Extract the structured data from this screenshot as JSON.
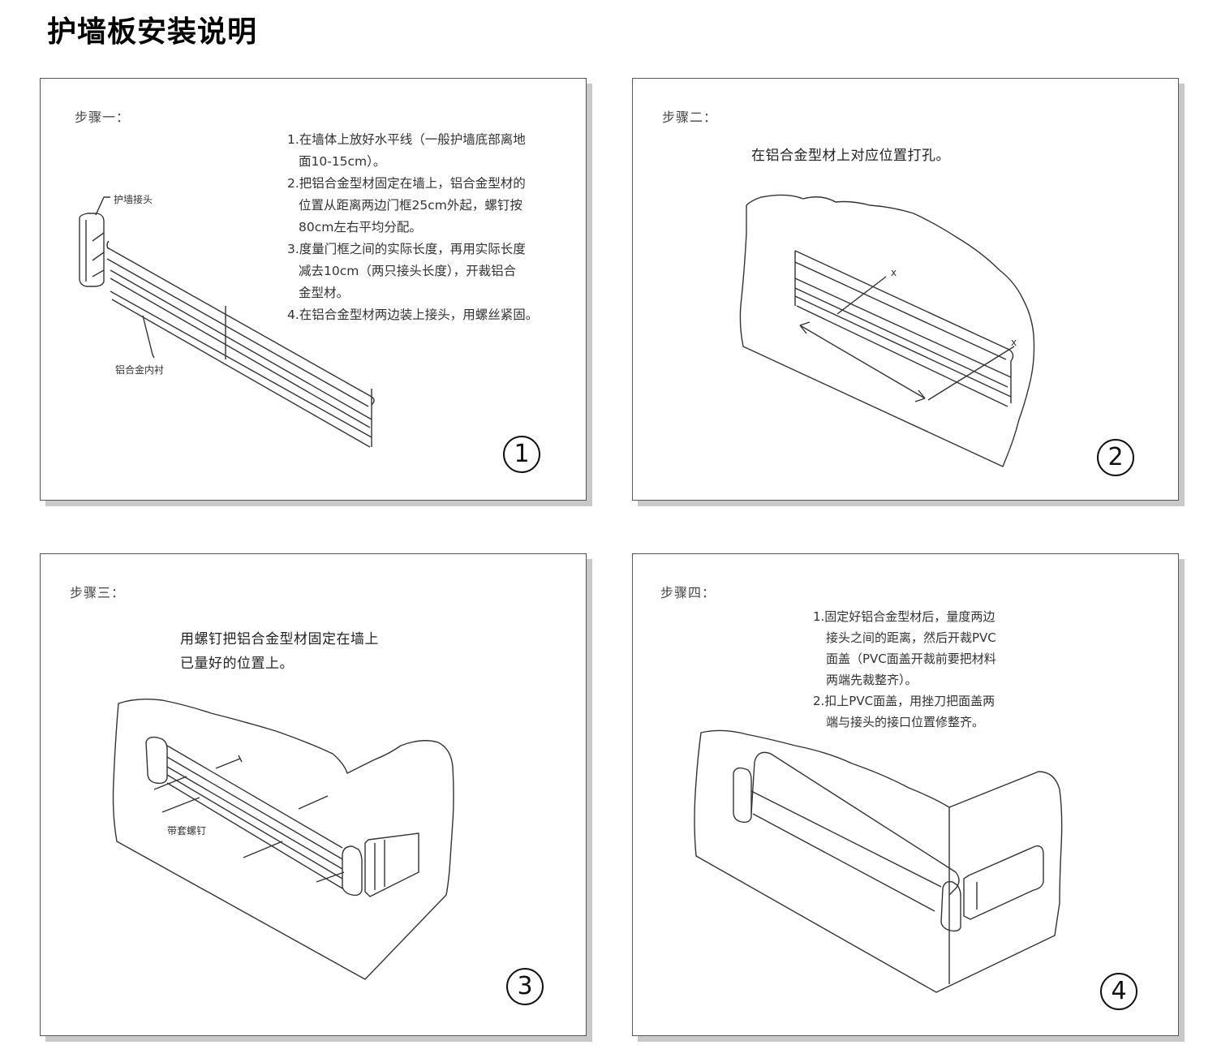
{
  "title": "护墙板安装说明",
  "steps": [
    {
      "label": "步骤一：",
      "instructions": [
        "1.在墙体上放好水平线（一般护墙底部离地",
        "面10-15cm）。",
        "2.把铝合金型材固定在墙上，铝合金型材的",
        "位置从距离两边门框25cm外起，螺钉按",
        "80cm左右平均分配。",
        "3.度量门框之间的实际长度，再用实际长度",
        "减去10cm（两只接头长度），开裁铝合",
        "金型材。",
        "4.在铝合金型材两边装上接头，用螺丝紧固。"
      ],
      "callouts": [
        "护墙接头",
        "铝合金内衬"
      ],
      "number": "1"
    },
    {
      "label": "步骤二：",
      "text": "在铝合金型材上对应位置打孔。",
      "callouts": [
        "x",
        "x"
      ],
      "number": "2"
    },
    {
      "label": "步骤三：",
      "text_lines": [
        "用螺钉把铝合金型材固定在墙上",
        "已量好的位置上。"
      ],
      "callouts": [
        "带套螺钉"
      ],
      "number": "3"
    },
    {
      "label": "步骤四：",
      "instructions": [
        "1.固定好铝合金型材后，量度两边",
        "接头之间的距离，然后开裁PVC",
        "面盖（PVC面盖开裁前要把材料",
        "两端先裁整齐）。",
        "2.扣上PVC面盖，用挫刀把面盖两",
        "端与接头的接口位置修整齐。"
      ],
      "number": "4"
    }
  ]
}
